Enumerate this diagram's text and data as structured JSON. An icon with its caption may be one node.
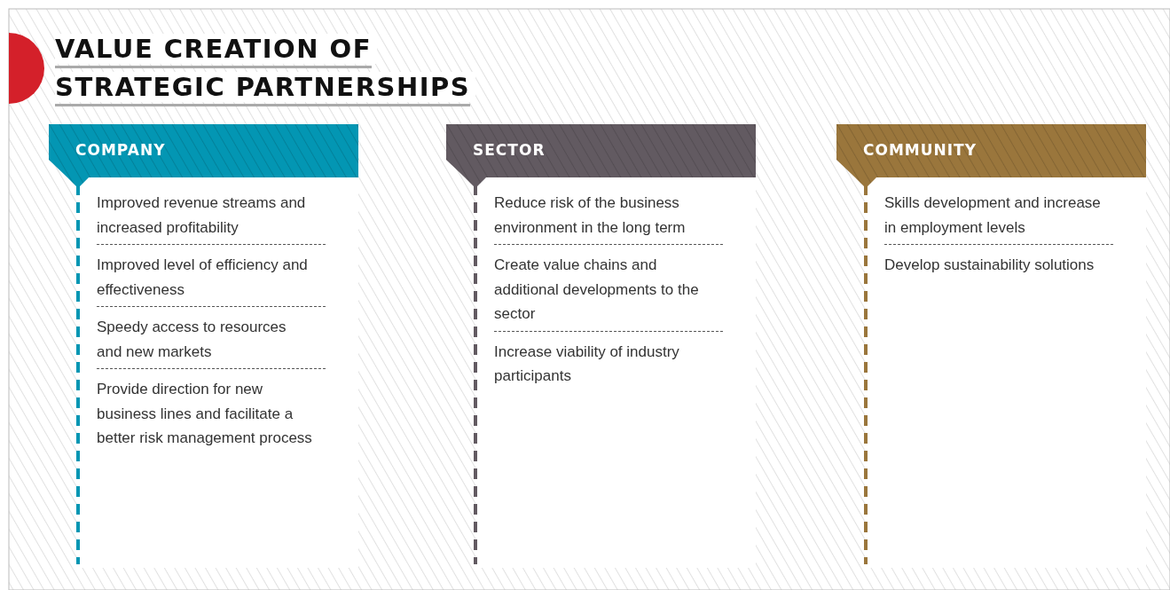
{
  "diagram": {
    "title": "VALUE CREATION OF STRATEGIC PARTNERSHIPS",
    "nodes": [
      {
        "text": [],
        "shape": "circle"
      },
      {
        "text": [
          "COMPANY",
          "Improved revenue streams and increased profitability",
          "Improved level of efficiency and effectiveness",
          "Speedy access to resources and new markets",
          "Provide direction for new business lines and facilitate a better risk management process"
        ]
      },
      {
        "text": [
          "SECTOR",
          "Reduce risk of the business environment in the long term",
          "Create value chains and additional developments to the sector",
          "Increase viability of industry participants"
        ]
      },
      {
        "text": [
          "COMMUNITY",
          "Skills development and increase in employment levels",
          "Develop sustainability solutions"
        ]
      }
    ]
  }
}
